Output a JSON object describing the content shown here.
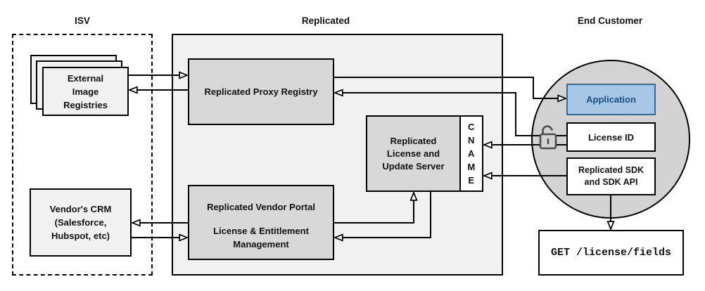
{
  "sections": {
    "isv": {
      "label": "ISV"
    },
    "replicated": {
      "label": "Replicated"
    },
    "end_customer": {
      "label": "End Customer"
    }
  },
  "nodes": {
    "registries": {
      "label": "External\nImage\nRegistries"
    },
    "proxy": {
      "label": "Replicated Proxy Registry"
    },
    "license_server": {
      "label": "Replicated\nLicense and\nUpdate Server"
    },
    "cname": {
      "label": "C\nN\nA\nM\nE"
    },
    "vendor_portal": {
      "title": "Replicated Vendor Portal",
      "subtitle": "License & Entitlement\nManagement"
    },
    "crm": {
      "label": "Vendor's CRM\n(Salesforce,\nHubspot, etc)"
    },
    "application": {
      "label": "Application"
    },
    "license_id": {
      "label": "License ID"
    },
    "sdk": {
      "label": "Replicated SDK\nand SDK API"
    },
    "get_request": {
      "label": "GET /license/fields"
    }
  },
  "icons": {
    "open_padlock": "open-padlock-icon"
  },
  "colors": {
    "canvas_bg": "#ffffff",
    "container_fill": "#f1f1f1",
    "node_gray_fill": "#d8d8d8",
    "node_light_fill": "#f1f1f1",
    "circle_fill": "#d3d3d3",
    "line_color": "#000000",
    "app_fill": "#a8c7e7",
    "app_border": "#2e6da4",
    "app_text": "#17507f",
    "lock_color": "#4d4d4d"
  }
}
